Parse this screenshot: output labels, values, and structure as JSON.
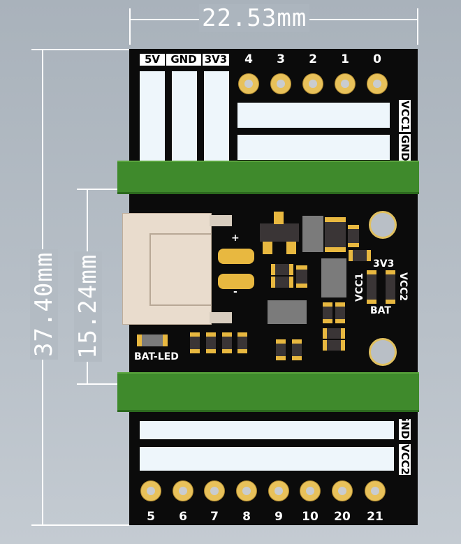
{
  "dimensions": {
    "width": "22.53mm",
    "height": "37.40mm",
    "pitch": "15.24mm"
  },
  "top_header": {
    "power_labels": [
      "5V",
      "GND",
      "3V3"
    ],
    "pin_labels": [
      "4",
      "3",
      "2",
      "1",
      "0"
    ],
    "side_labels": [
      "VCC1",
      "GND"
    ]
  },
  "bottom_header": {
    "pin_labels": [
      "5",
      "6",
      "7",
      "8",
      "9",
      "10",
      "20",
      "21"
    ],
    "side_labels": [
      "GND",
      "VCC2"
    ]
  },
  "board": {
    "connector_plus": "+",
    "connector_minus": "-",
    "jumper_top": "3V3",
    "jumper_left": "VCC1",
    "jumper_right": "VCC2",
    "jumper_bottom": "BAT",
    "led_label": "BAT-LED"
  },
  "colors": {
    "board": "#0b0b0b",
    "pad": "#e8c15a",
    "header": "#3f8a2c",
    "background": "#b0b8c0"
  }
}
